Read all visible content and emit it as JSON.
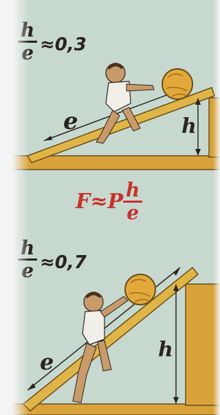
{
  "top_panel": {
    "ratio_numerator": "h",
    "ratio_denominator": "e",
    "ratio_value": "≈0,3",
    "incline_label": "e",
    "height_label": "h"
  },
  "formula": {
    "force": "F",
    "relation": "≈",
    "weight": "P",
    "numerator": "h",
    "denominator": "e"
  },
  "bottom_panel": {
    "ratio_numerator": "h",
    "ratio_denominator": "e",
    "ratio_value": "≈0,7",
    "incline_label": "e",
    "height_label": "h"
  },
  "colors": {
    "background": "#c7d9cf",
    "ground": "#d9a33c",
    "ramp": "#e0b547",
    "formula": "#c8312b",
    "ink": "#2a2320",
    "stone": "#e2a93a"
  }
}
